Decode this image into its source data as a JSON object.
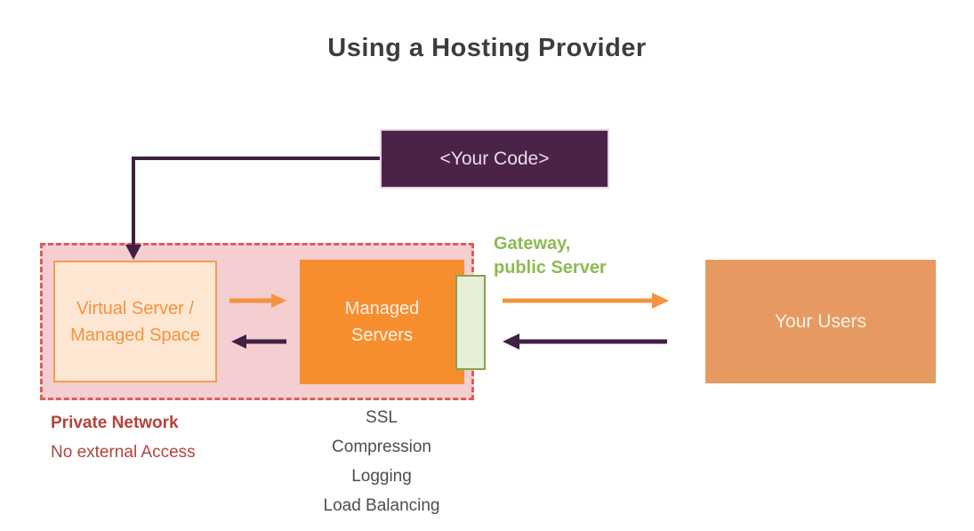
{
  "title": "Using a Hosting Provider",
  "diagram": {
    "your_code": {
      "label": "<Your Code>"
    },
    "virtual_server": {
      "line1": "Virtual Server /",
      "line2": "Managed Space"
    },
    "managed_servers": {
      "line1": "Managed",
      "line2": "Servers"
    },
    "gateway_label": {
      "line1": "Gateway,",
      "line2": "public Server"
    },
    "your_users": {
      "label": "Your Users"
    },
    "private_network": {
      "line1": "Private Network",
      "line2": "No external Access"
    },
    "managed_services": [
      "SSL",
      "Compression",
      "Logging",
      "Load Balancing"
    ]
  },
  "colors": {
    "title_gray": "#3d3d3d",
    "arrow_purple": "#3f2142",
    "code_box_purple": "#4b2346",
    "code_box_border": "#e9d4e6",
    "arrow_orange": "#f5923e",
    "managed_servers_orange": "#f78e2e",
    "your_users_orange": "#e69a61",
    "gateway_green": "#8cba52",
    "green_bar_fill": "#e6eed8",
    "green_bar_border": "#83a351",
    "private_region_fill": "#f5ced2",
    "private_region_border": "#d95f57",
    "virtual_server_fill": "#fde7d3",
    "virtual_server_border": "#f79a52",
    "private_network_red": "#b5433b",
    "services_gray": "#4d4d4d"
  }
}
